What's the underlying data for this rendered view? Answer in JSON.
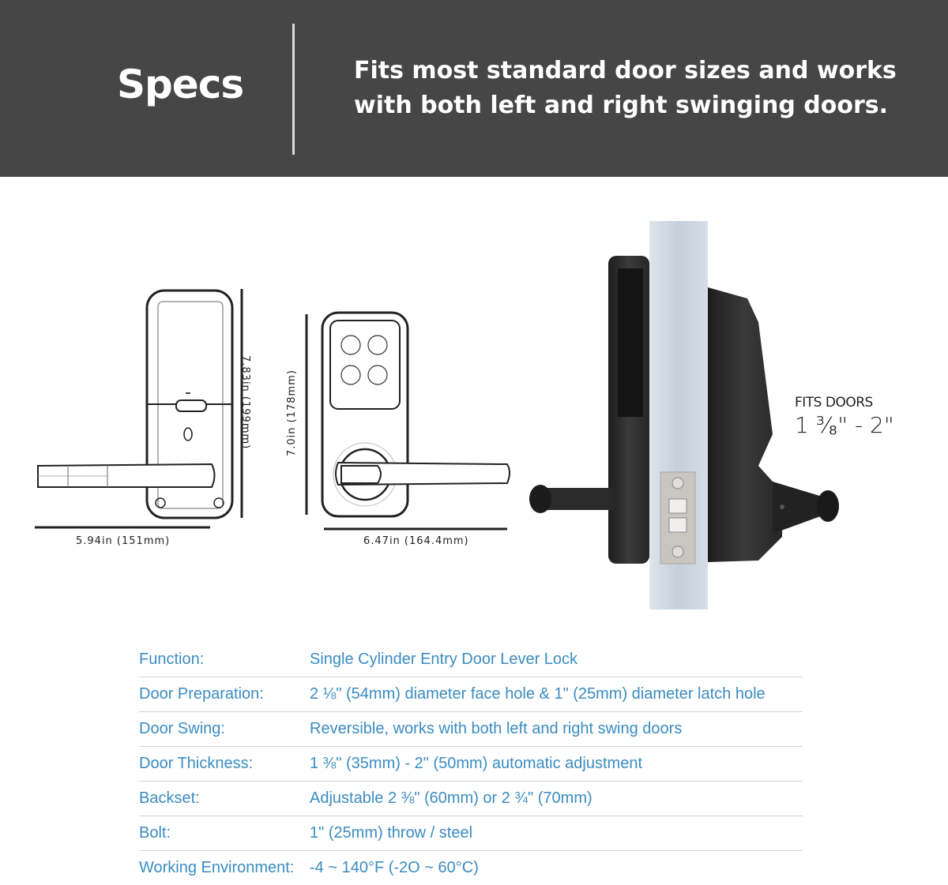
{
  "header": {
    "title": "Specs",
    "tagline_line1": "Fits most standard door sizes and works",
    "tagline_line2": "with both left and right swinging doors."
  },
  "diagrams": {
    "back_view": {
      "height_label": "7.83in (199mm)",
      "width_label": "5.94in (151mm)"
    },
    "front_view": {
      "height_label": "7.0in (178mm)",
      "width_label": "6.47in (164.4mm)"
    },
    "side_view": {
      "fits_title": "FITS DOORS",
      "fits_range": "1 ³⁄₈\" - 2\""
    }
  },
  "specs": [
    {
      "label": "Function:",
      "value": "Single Cylinder Entry Door Lever Lock"
    },
    {
      "label": "Door Preparation:",
      "value": "2 ⅛\" (54mm) diameter face hole & 1\" (25mm) diameter latch hole"
    },
    {
      "label": "Door Swing:",
      "value": "Reversible, works with both left and right swing doors"
    },
    {
      "label": "Door Thickness:",
      "value": "1 ⅜\" (35mm) - 2\" (50mm) automatic adjustment"
    },
    {
      "label": "Backset:",
      "value": "Adjustable 2 ⅜\" (60mm) or 2 ¾\" (70mm)"
    },
    {
      "label": "Bolt:",
      "value": "1\" (25mm) throw / steel"
    },
    {
      "label": "Working Environment:",
      "value": "-4 ~ 140°F (-2O ~ 60°C)"
    }
  ],
  "colors": {
    "header_bg": "#464646",
    "spec_text": "#3a8cc1",
    "lock_body": "#2b2b2b",
    "door": "#c9d4de"
  }
}
